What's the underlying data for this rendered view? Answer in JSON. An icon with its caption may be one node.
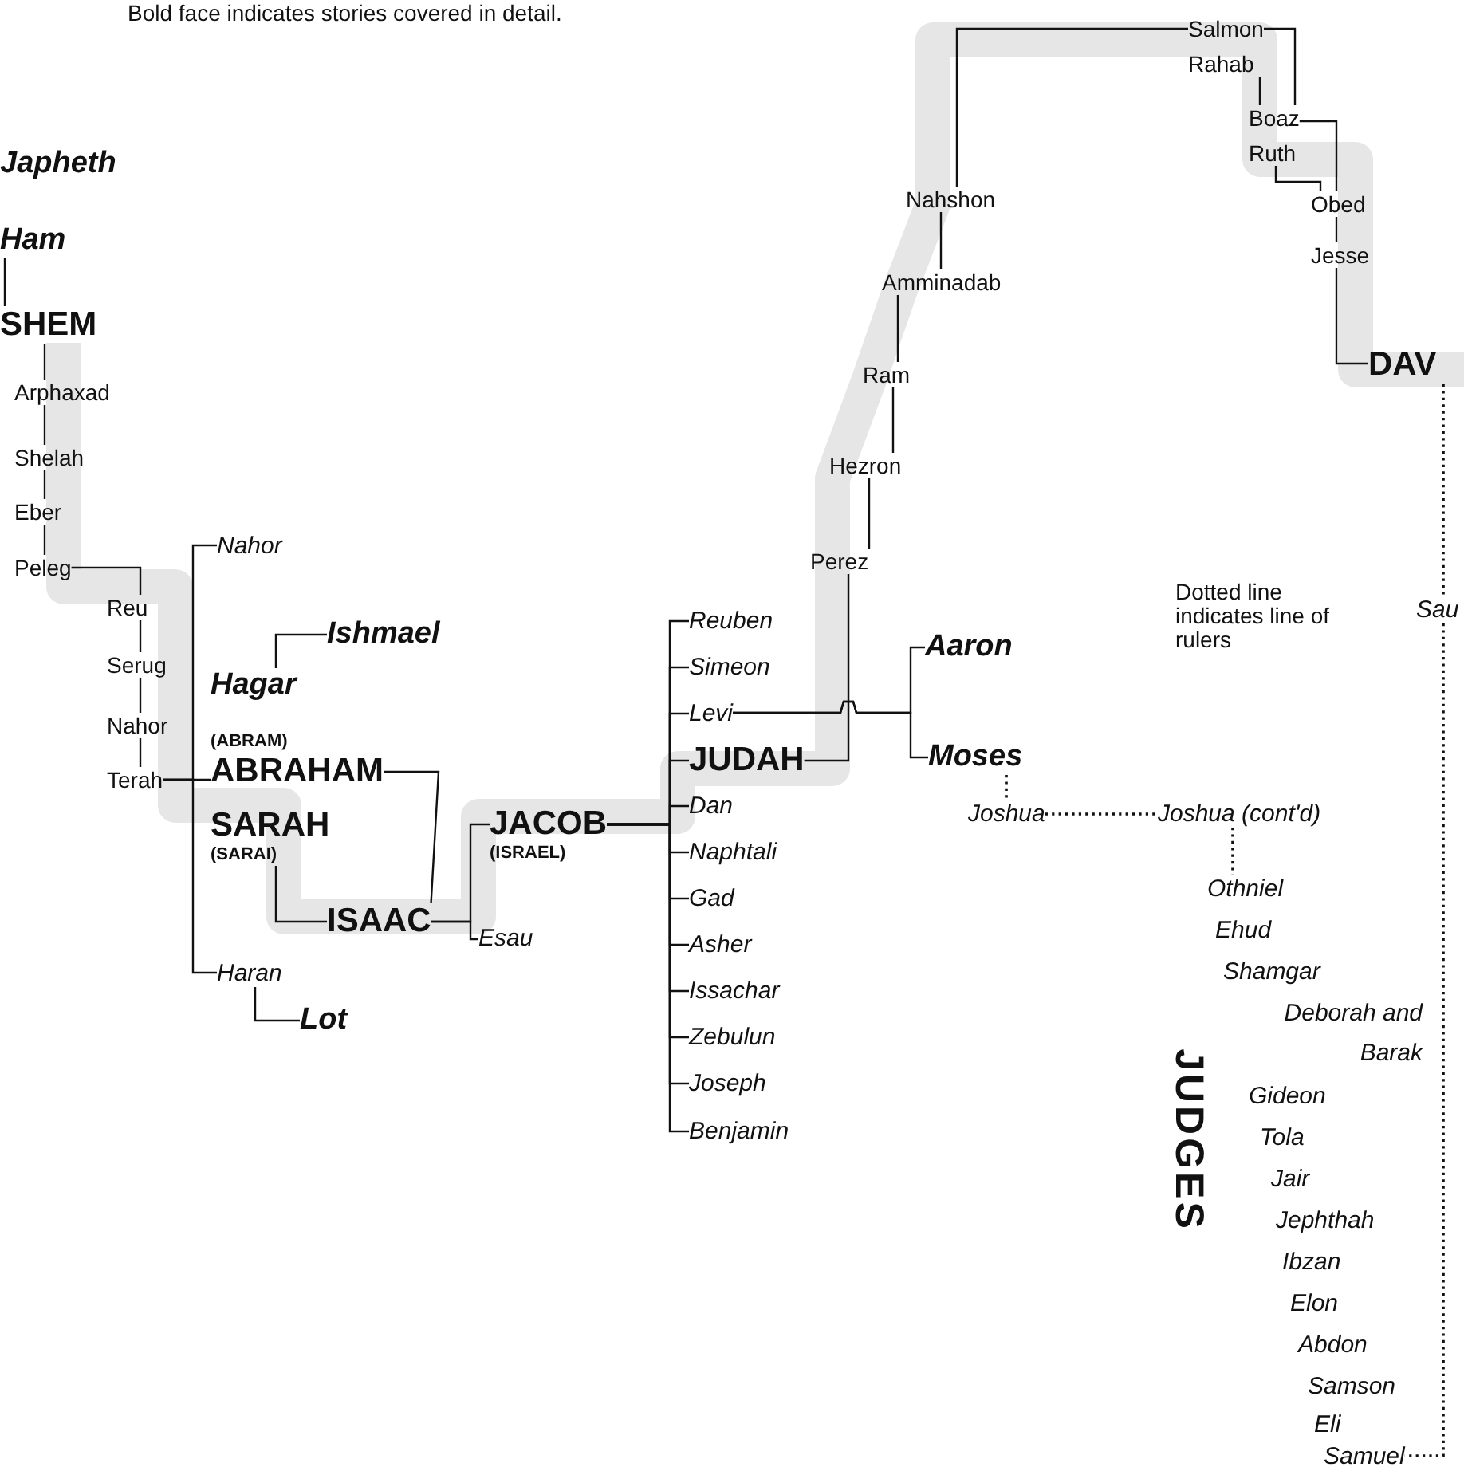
{
  "diagram": {
    "nodes": [
      {
        "text": [
          "Ham"
        ]
      },
      {
        "text": [
          "SHEM"
        ]
      },
      {
        "text": [
          "Arphaxad"
        ]
      },
      {
        "text": [
          "Shelah"
        ]
      },
      {
        "text": [
          "Eber"
        ]
      },
      {
        "text": [
          "Peleg"
        ]
      },
      {
        "text": [
          "Reu"
        ]
      },
      {
        "text": [
          "Serug"
        ]
      },
      {
        "text": [
          "Nahor"
        ]
      },
      {
        "text": [
          "Terah"
        ]
      },
      {
        "text": [
          "Nahor"
        ]
      },
      {
        "text": [
          "Ishmael"
        ]
      },
      {
        "text": [
          "Hagar"
        ]
      },
      {
        "text": [
          "(ABRAM)",
          "ABRAHAM"
        ]
      },
      {
        "text": [
          "SARAH",
          "(SARAI)"
        ]
      },
      {
        "text": [
          "ISAAC"
        ]
      },
      {
        "text": [
          "JACOB",
          "(ISRAEL)"
        ]
      },
      {
        "text": [
          "Esau"
        ]
      },
      {
        "text": [
          "Haran"
        ]
      },
      {
        "text": [
          "Lot"
        ]
      },
      {
        "text": [
          "Reuben"
        ]
      },
      {
        "text": [
          "Simeon"
        ]
      },
      {
        "text": [
          "Levi"
        ]
      },
      {
        "text": [
          "JUDAH"
        ]
      },
      {
        "text": [
          "Dan"
        ]
      },
      {
        "text": [
          "Naphtali"
        ]
      },
      {
        "text": [
          "Gad"
        ]
      },
      {
        "text": [
          "Asher"
        ]
      },
      {
        "text": [
          "Issachar"
        ]
      },
      {
        "text": [
          "Zebulun"
        ]
      },
      {
        "text": [
          "Joseph"
        ]
      },
      {
        "text": [
          "Benjamin"
        ]
      },
      {
        "text": [
          "Perez"
        ]
      },
      {
        "text": [
          "Hezron"
        ]
      },
      {
        "text": [
          "Ram"
        ]
      },
      {
        "text": [
          "Amminadab"
        ]
      },
      {
        "text": [
          "Nahshon"
        ]
      },
      {
        "text": [
          "Salmon"
        ]
      },
      {
        "text": [
          "Rahab"
        ]
      },
      {
        "text": [
          "Boaz"
        ]
      },
      {
        "text": [
          "Ruth"
        ]
      },
      {
        "text": [
          "Obed"
        ]
      },
      {
        "text": [
          "Jesse"
        ]
      },
      {
        "text": [
          "DAV"
        ]
      },
      {
        "text": [
          "Aaron"
        ]
      },
      {
        "text": [
          "Moses"
        ]
      },
      {
        "text": [
          "Joshua"
        ]
      },
      {
        "text": [
          "Joshua (cont'd)"
        ]
      },
      {
        "text": [
          "Othniel"
        ]
      },
      {
        "text": [
          "Sau"
        ]
      },
      {
        "text": [
          "Samuel"
        ]
      }
    ],
    "edges": [
      {
        "from": 0,
        "to": 1,
        "arrow": "none"
      },
      {
        "from": 1,
        "to": 2,
        "arrow": "none"
      },
      {
        "from": 2,
        "to": 3,
        "arrow": "none"
      },
      {
        "from": 3,
        "to": 4,
        "arrow": "none"
      },
      {
        "from": 4,
        "to": 5,
        "arrow": "none"
      },
      {
        "from": 5,
        "to": 6,
        "arrow": "none"
      },
      {
        "from": 6,
        "to": 7,
        "arrow": "none"
      },
      {
        "from": 7,
        "to": 8,
        "arrow": "none"
      },
      {
        "from": 8,
        "to": 9,
        "arrow": "none"
      },
      {
        "from": 9,
        "to": 10,
        "arrow": "none"
      },
      {
        "from": 9,
        "to": 13,
        "arrow": "none"
      },
      {
        "from": 9,
        "to": 18,
        "arrow": "none"
      },
      {
        "from": 18,
        "to": 19,
        "arrow": "none"
      },
      {
        "from": 12,
        "to": 11,
        "arrow": "none"
      },
      {
        "from": 13,
        "to": 15,
        "arrow": "none"
      },
      {
        "from": 14,
        "to": 15,
        "arrow": "none"
      },
      {
        "from": 15,
        "to": 16,
        "arrow": "none"
      },
      {
        "from": 15,
        "to": 17,
        "arrow": "none"
      },
      {
        "from": 16,
        "to": 20,
        "arrow": "none"
      },
      {
        "from": 16,
        "to": 21,
        "arrow": "none"
      },
      {
        "from": 16,
        "to": 22,
        "arrow": "none"
      },
      {
        "from": 16,
        "to": 23,
        "arrow": "none"
      },
      {
        "from": 16,
        "to": 24,
        "arrow": "none"
      },
      {
        "from": 16,
        "to": 25,
        "arrow": "none"
      },
      {
        "from": 16,
        "to": 26,
        "arrow": "none"
      },
      {
        "from": 16,
        "to": 27,
        "arrow": "none"
      },
      {
        "from": 16,
        "to": 28,
        "arrow": "none"
      },
      {
        "from": 16,
        "to": 29,
        "arrow": "none"
      },
      {
        "from": 16,
        "to": 30,
        "arrow": "none"
      },
      {
        "from": 16,
        "to": 31,
        "arrow": "none"
      },
      {
        "from": 23,
        "to": 32,
        "arrow": "none"
      },
      {
        "from": 32,
        "to": 33,
        "arrow": "none"
      },
      {
        "from": 33,
        "to": 34,
        "arrow": "none"
      },
      {
        "from": 34,
        "to": 35,
        "arrow": "none"
      },
      {
        "from": 35,
        "to": 36,
        "arrow": "none"
      },
      {
        "from": 36,
        "to": 37,
        "arrow": "none"
      },
      {
        "from": 37,
        "to": 39,
        "arrow": "none"
      },
      {
        "from": 38,
        "to": 39,
        "arrow": "none"
      },
      {
        "from": 39,
        "to": 41,
        "arrow": "none"
      },
      {
        "from": 40,
        "to": 41,
        "arrow": "none"
      },
      {
        "from": 41,
        "to": 42,
        "arrow": "none"
      },
      {
        "from": 42,
        "to": 43,
        "arrow": "none"
      },
      {
        "from": 22,
        "to": 44,
        "arrow": "none"
      },
      {
        "from": 22,
        "to": 45,
        "arrow": "none"
      },
      {
        "from": 45,
        "to": 46,
        "arrow": "none",
        "style": "dashed"
      },
      {
        "from": 46,
        "to": 47,
        "arrow": "none",
        "style": "dashed"
      },
      {
        "from": 47,
        "to": 48,
        "arrow": "none",
        "style": "dashed"
      },
      {
        "from": 43,
        "to": 49,
        "arrow": "none",
        "style": "dashed"
      },
      {
        "from": 49,
        "to": 50,
        "arrow": "none",
        "style": "dashed"
      }
    ],
    "labels": [
      "Bold face indicates stories covered in detail.",
      "Japheth",
      "Dotted line indicates line of rulers",
      "JUDGES",
      "Ehud",
      "Shamgar",
      "Deborah and Barak",
      "Gideon",
      "Tola",
      "Jair",
      "Jephthah",
      "Ibzan",
      "Elon",
      "Abdon",
      "Samson",
      "Eli"
    ]
  }
}
